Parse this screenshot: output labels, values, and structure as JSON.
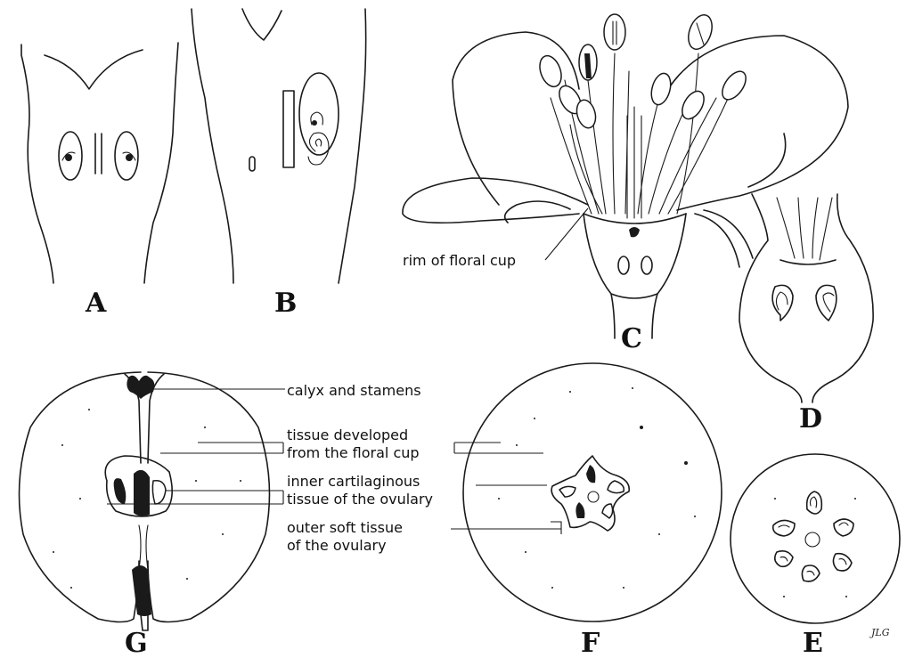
{
  "panels": {
    "a": "A",
    "b": "B",
    "c": "C",
    "d": "D",
    "e": "E",
    "f": "F",
    "g": "G"
  },
  "labels": {
    "rim_of_floral_cup": "rim of floral cup",
    "calyx_and_stamens": "calyx and stamens",
    "tissue_developed_1": "tissue developed",
    "tissue_developed_2": "from the floral cup",
    "inner_cartilaginous_1": "inner cartilaginous",
    "inner_cartilaginous_2": "tissue of the ovulary",
    "outer_soft_1": "outer soft tissue",
    "outer_soft_2": "of the ovulary"
  },
  "signature": "JLG",
  "colors": {
    "ink": "#1a1a1a",
    "paper": "#ffffff"
  }
}
